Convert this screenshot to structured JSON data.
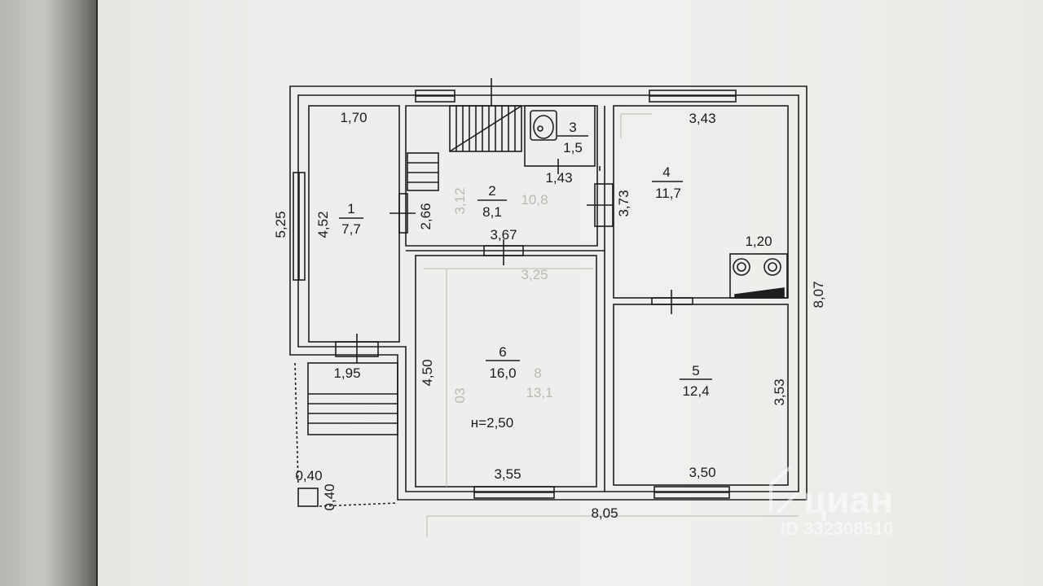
{
  "rooms": [
    {
      "number": "1",
      "area": "7,7"
    },
    {
      "number": "2",
      "area": "8,1"
    },
    {
      "number": "3",
      "area": "1,5"
    },
    {
      "number": "4",
      "area": "11,7"
    },
    {
      "number": "5",
      "area": "12,4"
    },
    {
      "number": "6",
      "area": "16,0"
    }
  ],
  "dimensions": {
    "room1_width": "1,70",
    "room1_length": "4,52",
    "overall_left": "5,25",
    "room2_height": "2,66",
    "room2_width": "3,67",
    "room3_width": "1,43",
    "room4_width": "3,43",
    "room4_height": "3,73",
    "stove_width": "1,20",
    "overall_right": "8,07",
    "porch_width": "1,95",
    "room6_height": "4,50",
    "room6_width": "3,55",
    "room5_width": "3,50",
    "room5_height": "3,53",
    "post_w": "0,40",
    "post_h": "0,40",
    "overall_bottom": "8,05"
  },
  "ceiling_height": "н=2,50",
  "ghost_labels": [
    "10,8",
    "3,12",
    "3,25",
    "8",
    "13,1",
    "03"
  ],
  "watermark": {
    "brand": "циан",
    "id": "ID 332308510"
  }
}
